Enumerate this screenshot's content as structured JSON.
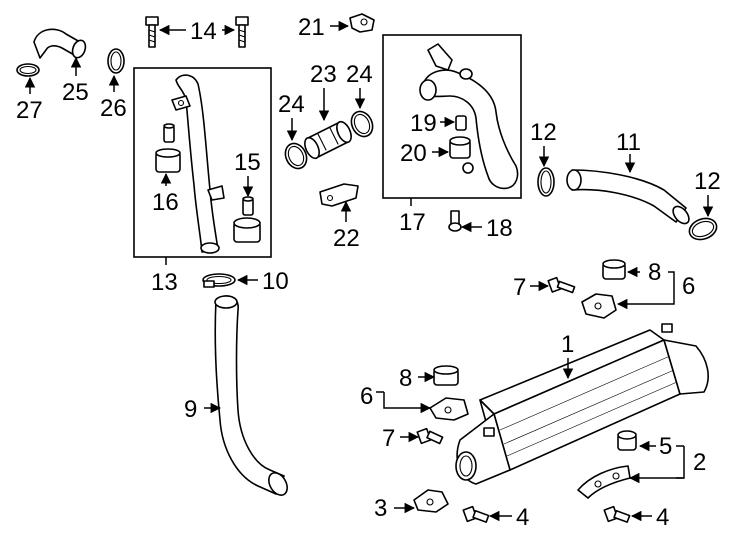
{
  "callouts": {
    "c1": "1",
    "c2": "2",
    "c3": "3",
    "c4a": "4",
    "c4b": "4",
    "c5": "5",
    "c6a": "6",
    "c6b": "6",
    "c7a": "7",
    "c7b": "7",
    "c8a": "8",
    "c8b": "8",
    "c9": "9",
    "c10": "10",
    "c11": "11",
    "c12a": "12",
    "c12b": "12",
    "c13": "13",
    "c14": "14",
    "c15": "15",
    "c16": "16",
    "c17": "17",
    "c18": "18",
    "c19": "19",
    "c20": "20",
    "c21": "21",
    "c22": "22",
    "c23": "23",
    "c24a": "24",
    "c24b": "24",
    "c25": "25",
    "c26": "26",
    "c27": "27"
  }
}
